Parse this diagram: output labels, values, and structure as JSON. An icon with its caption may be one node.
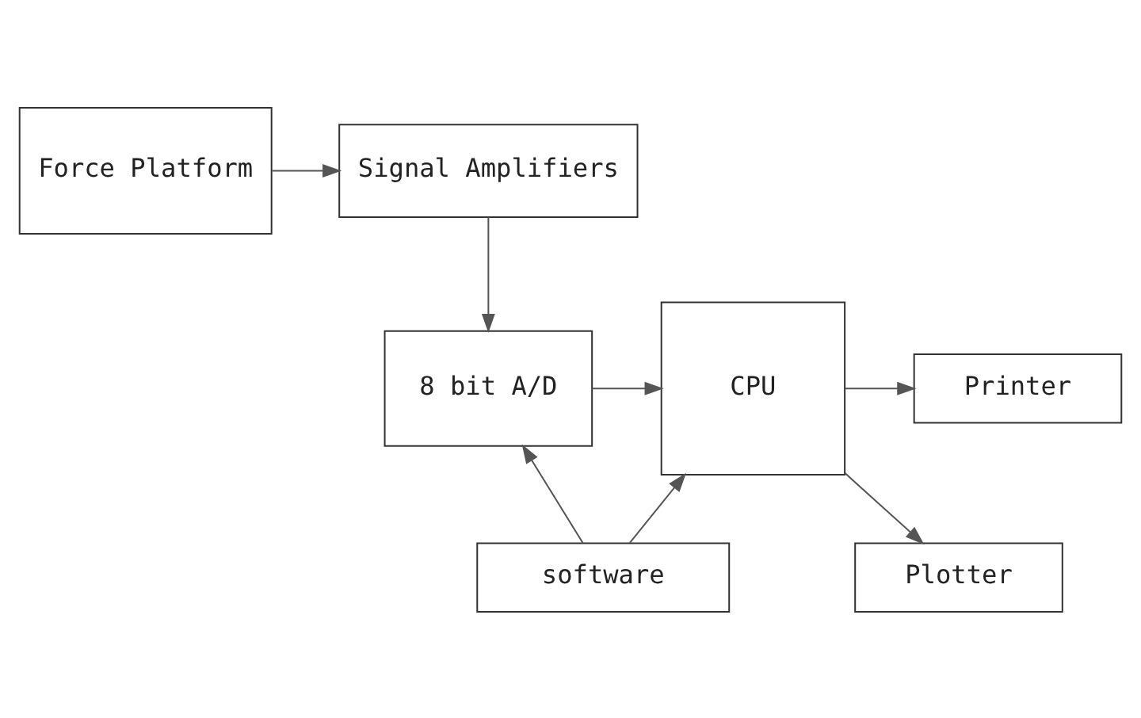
{
  "diagram": {
    "nodes": [
      {
        "text": [
          "Force Platform"
        ]
      },
      {
        "text": [
          "Signal Amplifiers"
        ]
      },
      {
        "text": [
          "Printer"
        ]
      },
      {
        "text": [
          "CPU"
        ]
      },
      {
        "text": [
          "8 bit A/D"
        ]
      },
      {
        "text": [
          "Plotter"
        ]
      },
      {
        "text": [
          "software"
        ]
      }
    ],
    "edges": [
      {
        "from": 0,
        "to": 1,
        "arrow": "to"
      },
      {
        "from": 1,
        "to": 4,
        "arrow": "to"
      },
      {
        "from": 4,
        "to": 3,
        "arrow": "to"
      },
      {
        "from": 6,
        "to": 3,
        "arrow": "to"
      },
      {
        "from": 6,
        "to": 4,
        "arrow": "to"
      },
      {
        "from": 3,
        "to": 2,
        "arrow": "to"
      },
      {
        "from": 3,
        "to": 5,
        "arrow": "to"
      }
    ]
  }
}
